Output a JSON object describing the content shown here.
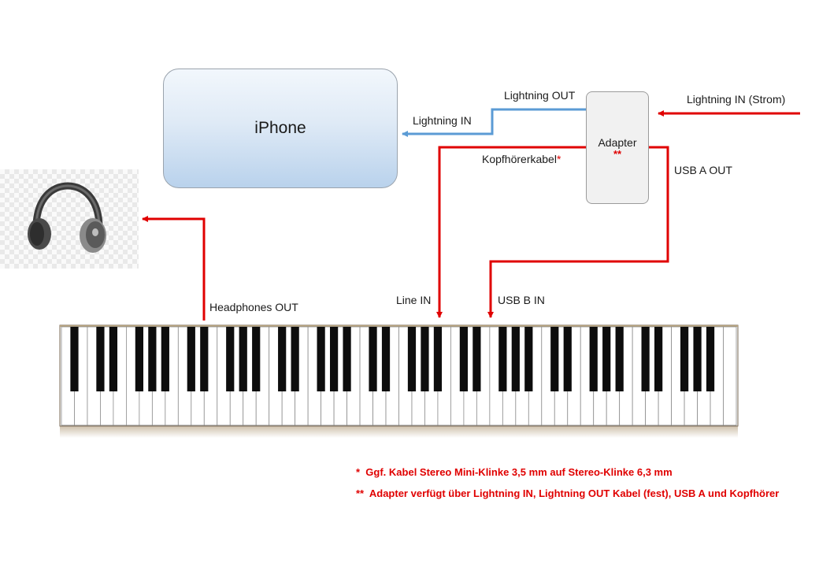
{
  "colors": {
    "signal_red": "#e00000",
    "lightning_blue": "#5b9bd5"
  },
  "iphone": {
    "label": "iPhone"
  },
  "adapter": {
    "label": "Adapter",
    "mark": "**"
  },
  "connections": {
    "lightning_out": "Lightning OUT",
    "lightning_in": "Lightning IN",
    "lightning_in_power": "Lightning IN (Strom)",
    "headphone_cable": "Kopfhörerkabel",
    "headphone_cable_mark": "*",
    "usb_a_out": "USB A OUT",
    "line_in": "Line IN",
    "usb_b_in": "USB B IN",
    "headphones_out": "Headphones OUT"
  },
  "icons": {
    "headphones": "headphones-icon",
    "keyboard": "piano-keyboard"
  },
  "notes": [
    {
      "mark": "*",
      "text": "Ggf. Kabel Stereo Mini-Klinke 3,5 mm auf Stereo-Klinke 6,3 mm"
    },
    {
      "mark": "**",
      "text": "Adapter verfügt über Lightning IN, Lightning OUT Kabel (fest), USB A und Kopfhörer"
    }
  ]
}
